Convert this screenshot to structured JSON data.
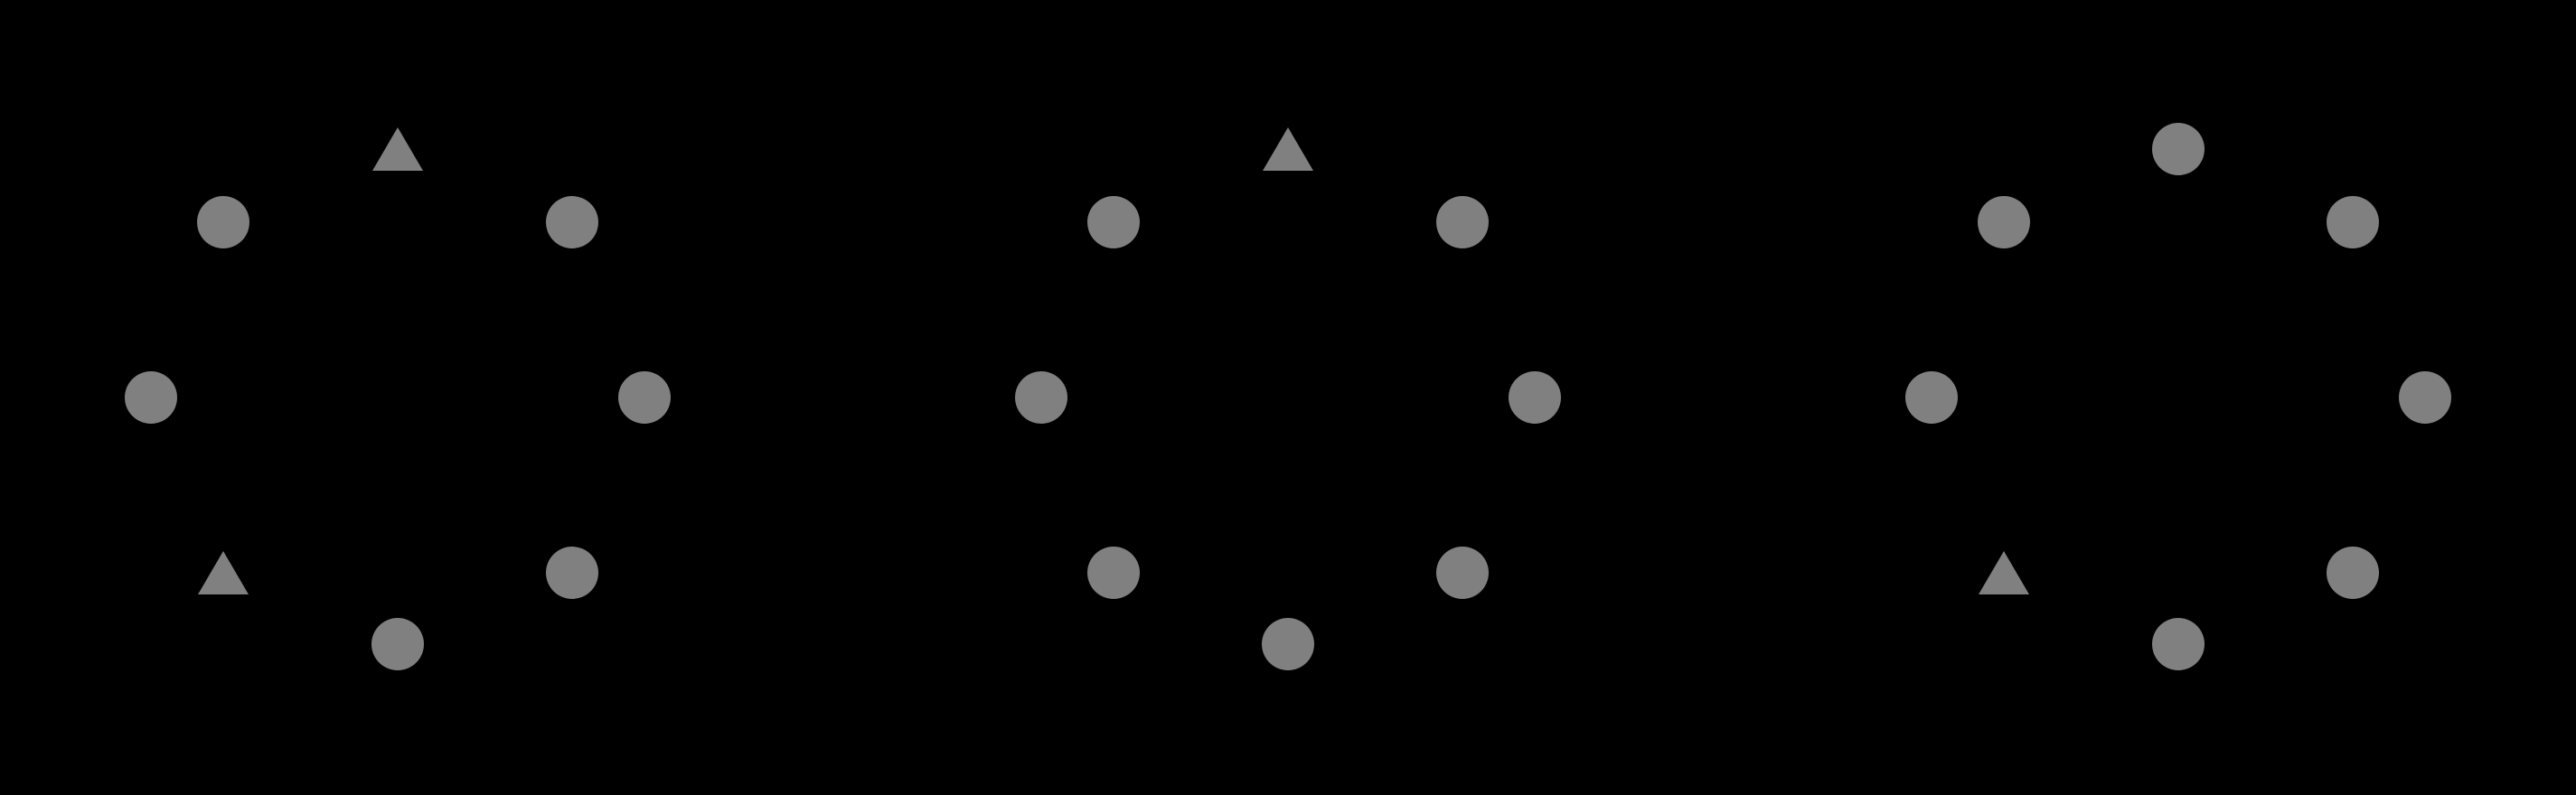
{
  "background_color": "#000000",
  "marker_color": "#808080",
  "ring_positions": [
    "top",
    "upper-right",
    "right",
    "lower-right",
    "bottom",
    "lower-left",
    "left",
    "upper-left"
  ],
  "panels": [
    {
      "name": "panel-1",
      "markers": [
        "triangle",
        "circle",
        "circle",
        "circle",
        "circle",
        "triangle",
        "circle",
        "circle"
      ]
    },
    {
      "name": "panel-2",
      "markers": [
        "triangle",
        "circle",
        "circle",
        "circle",
        "circle",
        "circle",
        "circle",
        "circle"
      ]
    },
    {
      "name": "panel-3",
      "markers": [
        "circle",
        "circle",
        "circle",
        "circle",
        "circle",
        "triangle",
        "circle",
        "circle"
      ]
    }
  ]
}
